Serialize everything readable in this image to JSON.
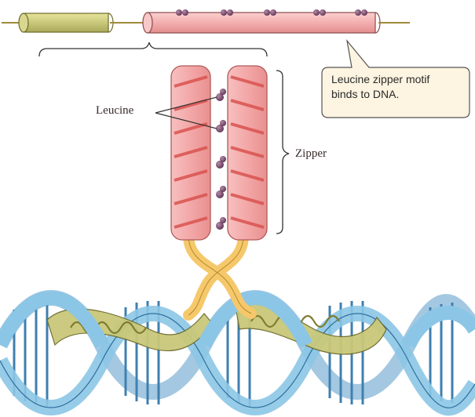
{
  "labels": {
    "leucine": "Leucine",
    "zipper": "Zipper",
    "callout_line1": "Leucine zipper motif",
    "callout_line2": "binds to DNA."
  },
  "colors": {
    "helix_pink": "#f3aeae",
    "helix_stripe": "#d9534f",
    "linker_yellow": "#f5c86b",
    "protein_olive": "#c9c87a",
    "dna_blue": "#8cc6e6",
    "dna_base_pair": "#3f7fb0",
    "leucine_purple": "#7a4b6e",
    "callout_fill": "#fdf4e1"
  },
  "icons": [
    "leucine-residue-icon",
    "alpha-helix-icon",
    "dna-double-helix-icon"
  ]
}
